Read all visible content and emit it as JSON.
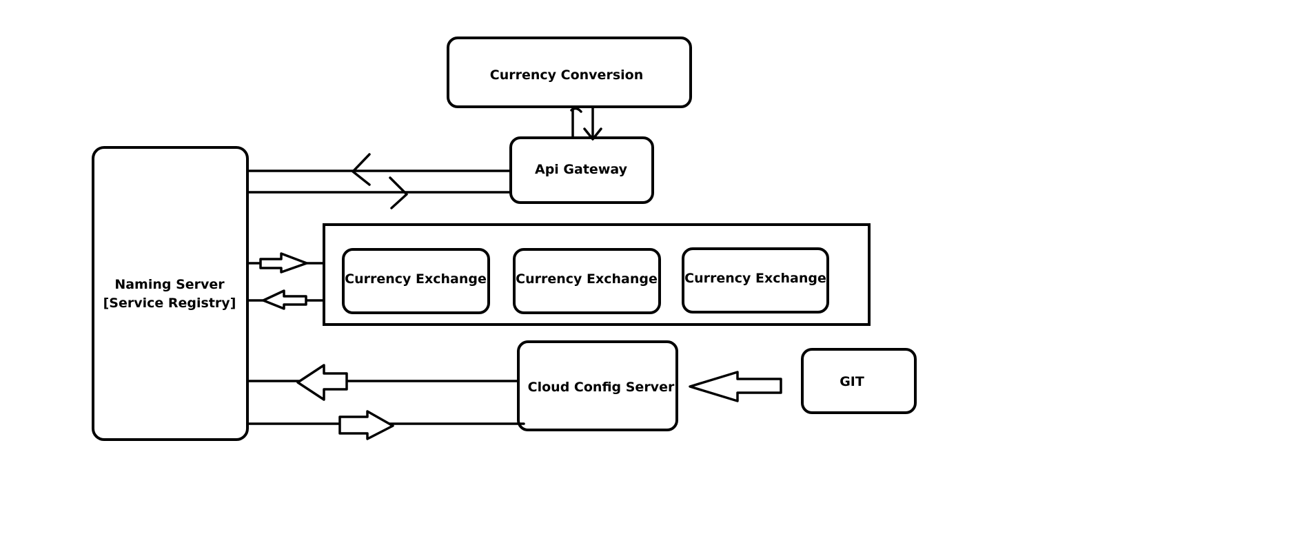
{
  "nodes": {
    "currency_conversion": "Currency Conversion",
    "api_gateway": "Api Gateway",
    "naming_server_line1": "Naming Server",
    "naming_server_line2": "[Service Registry]",
    "currency_exchange_1": "Currency Exchange",
    "currency_exchange_2": "Currency Exchange",
    "currency_exchange_3": "Currency Exchange",
    "cloud_config_server": "Cloud Config Server",
    "git": "GIT"
  },
  "colors": {
    "stroke": "#000000",
    "background": "#ffffff"
  }
}
